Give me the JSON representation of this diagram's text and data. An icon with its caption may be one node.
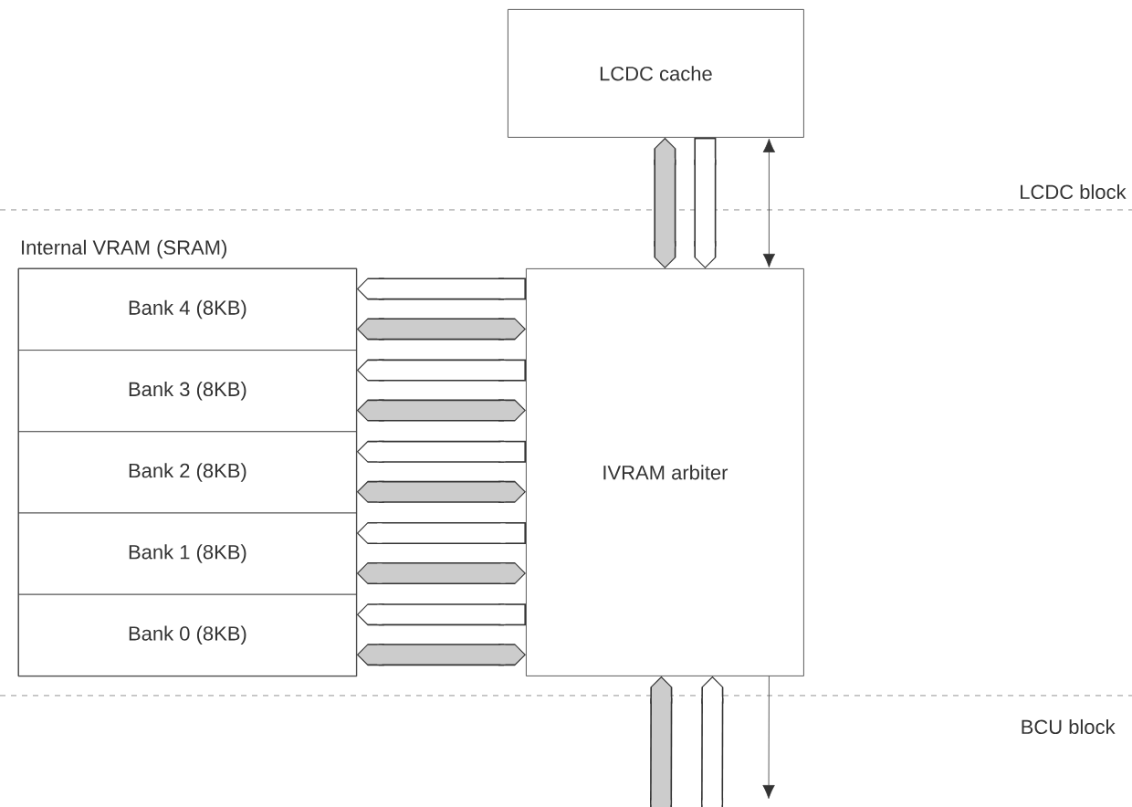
{
  "diagram": {
    "nodes": [
      {
        "text": [
          "LCDC cache"
        ]
      },
      {
        "text": [
          "Internal VRAM (SRAM)"
        ]
      },
      {
        "text": [
          "Bank 4 (8KB)"
        ],
        "in": 1
      },
      {
        "text": [
          "Bank 3 (8KB)"
        ],
        "in": 1
      },
      {
        "text": [
          "Bank 2 (8KB)"
        ],
        "in": 1
      },
      {
        "text": [
          "Bank 1 (8KB)"
        ],
        "in": 1
      },
      {
        "text": [
          "Bank 0 (8KB)"
        ],
        "in": 1
      },
      {
        "text": [
          "IVRAM arbiter"
        ]
      }
    ],
    "edges": [
      {
        "from": 0,
        "to": 7,
        "arrow": "both",
        "color": "#cccccc"
      },
      {
        "from": 0,
        "to": 7,
        "arrow": "to"
      },
      {
        "from": 0,
        "to": 7,
        "arrow": "both",
        "color": "#333333"
      },
      {
        "from": 7,
        "to": 2,
        "arrow": "to"
      },
      {
        "from": 7,
        "to": 2,
        "arrow": "both",
        "color": "#cccccc"
      },
      {
        "from": 7,
        "to": 3,
        "arrow": "to"
      },
      {
        "from": 7,
        "to": 3,
        "arrow": "both",
        "color": "#cccccc"
      },
      {
        "from": 7,
        "to": 4,
        "arrow": "to"
      },
      {
        "from": 7,
        "to": 4,
        "arrow": "both",
        "color": "#cccccc"
      },
      {
        "from": 7,
        "to": 5,
        "arrow": "to"
      },
      {
        "from": 7,
        "to": 5,
        "arrow": "both",
        "color": "#cccccc"
      },
      {
        "from": 7,
        "to": 6,
        "arrow": "to"
      },
      {
        "from": 7,
        "to": 6,
        "arrow": "both",
        "color": "#cccccc"
      },
      {
        "from": 7,
        "to": null,
        "arrow": "both",
        "color": "#cccccc"
      },
      {
        "from": null,
        "to": 7,
        "arrow": "to"
      },
      {
        "from": 7,
        "to": null,
        "arrow": "to",
        "color": "#333333"
      }
    ],
    "labels": [
      "LCDC block",
      "BCU block"
    ]
  }
}
